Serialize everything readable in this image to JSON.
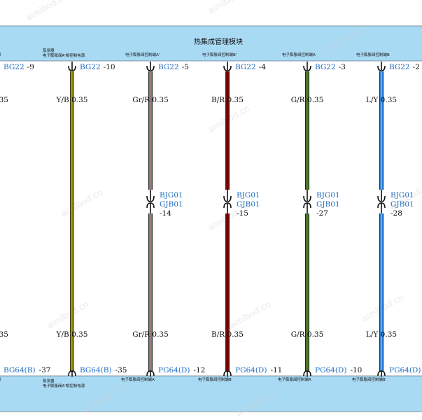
{
  "module": {
    "title": "热集成管理模块"
  },
  "watermark": "aimlbod.cn",
  "colors": {
    "band": "#a9daf4",
    "connector_blue": "#1f6cc0",
    "Y/B": [
      "#f4e600",
      "#111111"
    ],
    "Gr/R": [
      "#c35a5a",
      "#8a8a8a"
    ],
    "B/R": [
      "#7a0a0a",
      "#111111"
    ],
    "G/R": [
      "#3f7a2a",
      "#b04040"
    ],
    "L/Y": [
      "#2e7fd6",
      "#e8d21a"
    ]
  },
  "circuits": [
    {
      "top_func": "电子膨胀阀控制电源",
      "top_func2": "",
      "top_conn": "BG22",
      "top_pin": "-9",
      "wire_top": "35",
      "wire_bottom": "35",
      "inline": null,
      "bottom_conn": "BG64(B)",
      "bottom_pin": "-37",
      "bottom_func": "电子膨胀阀控制电源",
      "bottom_func2": "",
      "color": "",
      "partial": true
    },
    {
      "top_func": "蒸发器",
      "top_func2": "电子膨胀阀A'相控制电源",
      "top_conn": "BG22",
      "top_pin": "-10",
      "wire_top": "Y/B 0.35",
      "wire_bottom": "Y/B 0.35",
      "inline": null,
      "bottom_conn": "BG64(B)",
      "bottom_pin": "-35",
      "bottom_func": "蒸发器",
      "bottom_func2": "电子膨胀阀A'相控制电源",
      "color": "Y/B",
      "partial": false
    },
    {
      "top_func": "电子膨胀阀控制端A'",
      "top_func2": "",
      "top_conn": "BG22",
      "top_pin": "-5",
      "wire_top": "Gr/R 0.35",
      "wire_bottom": "Gr/R 0.35",
      "inline": {
        "conn1": "BJG01",
        "conn2": "GJB01",
        "pin": "-14"
      },
      "bottom_conn": "PG64(D)",
      "bottom_pin": "-12",
      "bottom_func": "电子膨胀阀控制端A'",
      "bottom_func2": "",
      "color": "Gr/R",
      "partial": false
    },
    {
      "top_func": "电子膨胀阀控制端B'",
      "top_func2": "",
      "top_conn": "BG22",
      "top_pin": "-4",
      "wire_top": "B/R 0.35",
      "wire_bottom": "B/R 0.35",
      "inline": {
        "conn1": "BJG01",
        "conn2": "GJB01",
        "pin": "-15"
      },
      "bottom_conn": "PG64(D)",
      "bottom_pin": "-11",
      "bottom_func": "电子膨胀阀控制端B'",
      "bottom_func2": "",
      "color": "B/R",
      "partial": false
    },
    {
      "top_func": "电子膨胀阀控制端A",
      "top_func2": "",
      "top_conn": "BG22",
      "top_pin": "-3",
      "wire_top": "G/R 0.35",
      "wire_bottom": "G/R 0.35",
      "inline": {
        "conn1": "BJG01",
        "conn2": "GJB01",
        "pin": "-27"
      },
      "bottom_conn": "PG64(D)",
      "bottom_pin": "-10",
      "bottom_func": "电子膨胀阀控制端A",
      "bottom_func2": "",
      "color": "G/R",
      "partial": false
    },
    {
      "top_func": "电子膨胀阀控制端B",
      "top_func2": "",
      "top_conn": "BG22",
      "top_pin": "-2",
      "wire_top": "L/Y 0.35",
      "wire_bottom": "L/Y 0.35",
      "inline": {
        "conn1": "BJG01",
        "conn2": "GJB01",
        "pin": "-28"
      },
      "bottom_conn": "PG64(D)",
      "bottom_pin": "",
      "bottom_func": "电子膨胀阀控制端B",
      "bottom_func2": "",
      "color": "L/Y",
      "partial": false
    }
  ]
}
